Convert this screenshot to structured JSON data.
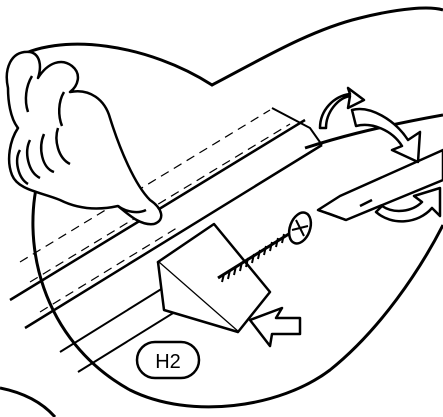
{
  "diagram": {
    "step_label": "H2",
    "ink_color": "#000000",
    "paper_color": "#ffffff",
    "parts": [
      "hand-pressing-trim",
      "trim-strip",
      "wedge-block",
      "wood-screw",
      "screwdriver",
      "rotation-arrows",
      "push-arrow",
      "magnifier-circle"
    ]
  }
}
